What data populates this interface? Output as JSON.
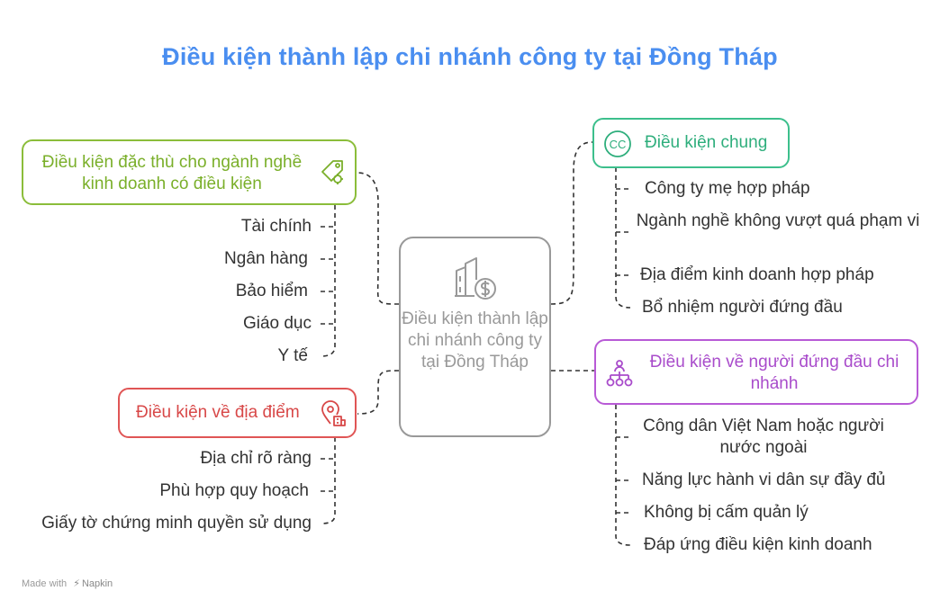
{
  "title": "Điều kiện thành lập chi nhánh công ty tại Đồng Tháp",
  "center": {
    "label": "Điều kiện thành lập chi nhánh công ty tại Đồng Tháp",
    "icon": "building-money-icon"
  },
  "branches": {
    "industry": {
      "label": "Điều kiện đặc thù cho ngành nghề kinh doanh có điều kiện",
      "color": "#8bbd3a",
      "icon": "tag-gear-icon",
      "items": [
        "Tài chính",
        "Ngân hàng",
        "Bảo hiểm",
        "Giáo dục",
        "Y tế"
      ]
    },
    "location": {
      "label": "Điều kiện về địa điểm",
      "color": "#e05555",
      "icon": "location-building-icon",
      "items": [
        "Địa chỉ rõ ràng",
        "Phù hợp quy hoạch",
        "Giấy tờ chứng minh quyền sử dụng"
      ]
    },
    "general": {
      "label": "Điều kiện chung",
      "color": "#3cbf8c",
      "icon": "cc-circle-icon",
      "items": [
        "Công ty mẹ hợp pháp",
        "Ngành nghề không vượt quá phạm vi",
        "Địa điểm kinh doanh hợp pháp",
        "Bổ nhiệm người đứng đầu"
      ]
    },
    "head": {
      "label": "Điều kiện về người đứng đầu chi nhánh",
      "color": "#b85ad6",
      "icon": "hierarchy-icon",
      "items": [
        "Công dân Việt Nam hoặc người nước ngoài",
        "Năng lực hành vi dân sự đầy đủ",
        "Không bị cấm quản lý",
        "Đáp ứng điều kiện kinh doanh"
      ]
    }
  },
  "footer": {
    "made_with": "Made with",
    "brand": "Napkin"
  }
}
